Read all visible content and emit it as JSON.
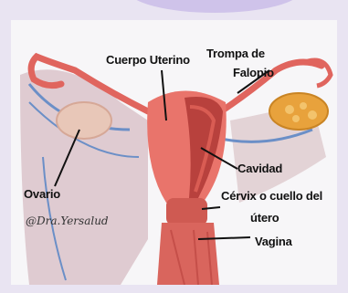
{
  "labels": {
    "cuerpo_uterino": "Cuerpo Uterino",
    "trompa_line1": "Trompa de",
    "trompa_line2": "Falopio",
    "cavidad": "Cavidad",
    "ovario": "Ovario",
    "cervix_line1": "Cérvix o cuello del",
    "cervix_line2": "útero",
    "vagina": "Vagina"
  },
  "watermark": "@Dra.Yersalud",
  "colors": {
    "background": "#e9e4f2",
    "card": "#f7f6f8",
    "accent_bubble": "#cfc3ea",
    "tissue": "#e9746b",
    "tissue_dark": "#c4473f",
    "cavity": "#b8413d",
    "fat": "#d9c8c0",
    "vessel_blue": "#6b8fc7",
    "ovary": "#e8c7b8",
    "follicles": "#e9a63a"
  }
}
